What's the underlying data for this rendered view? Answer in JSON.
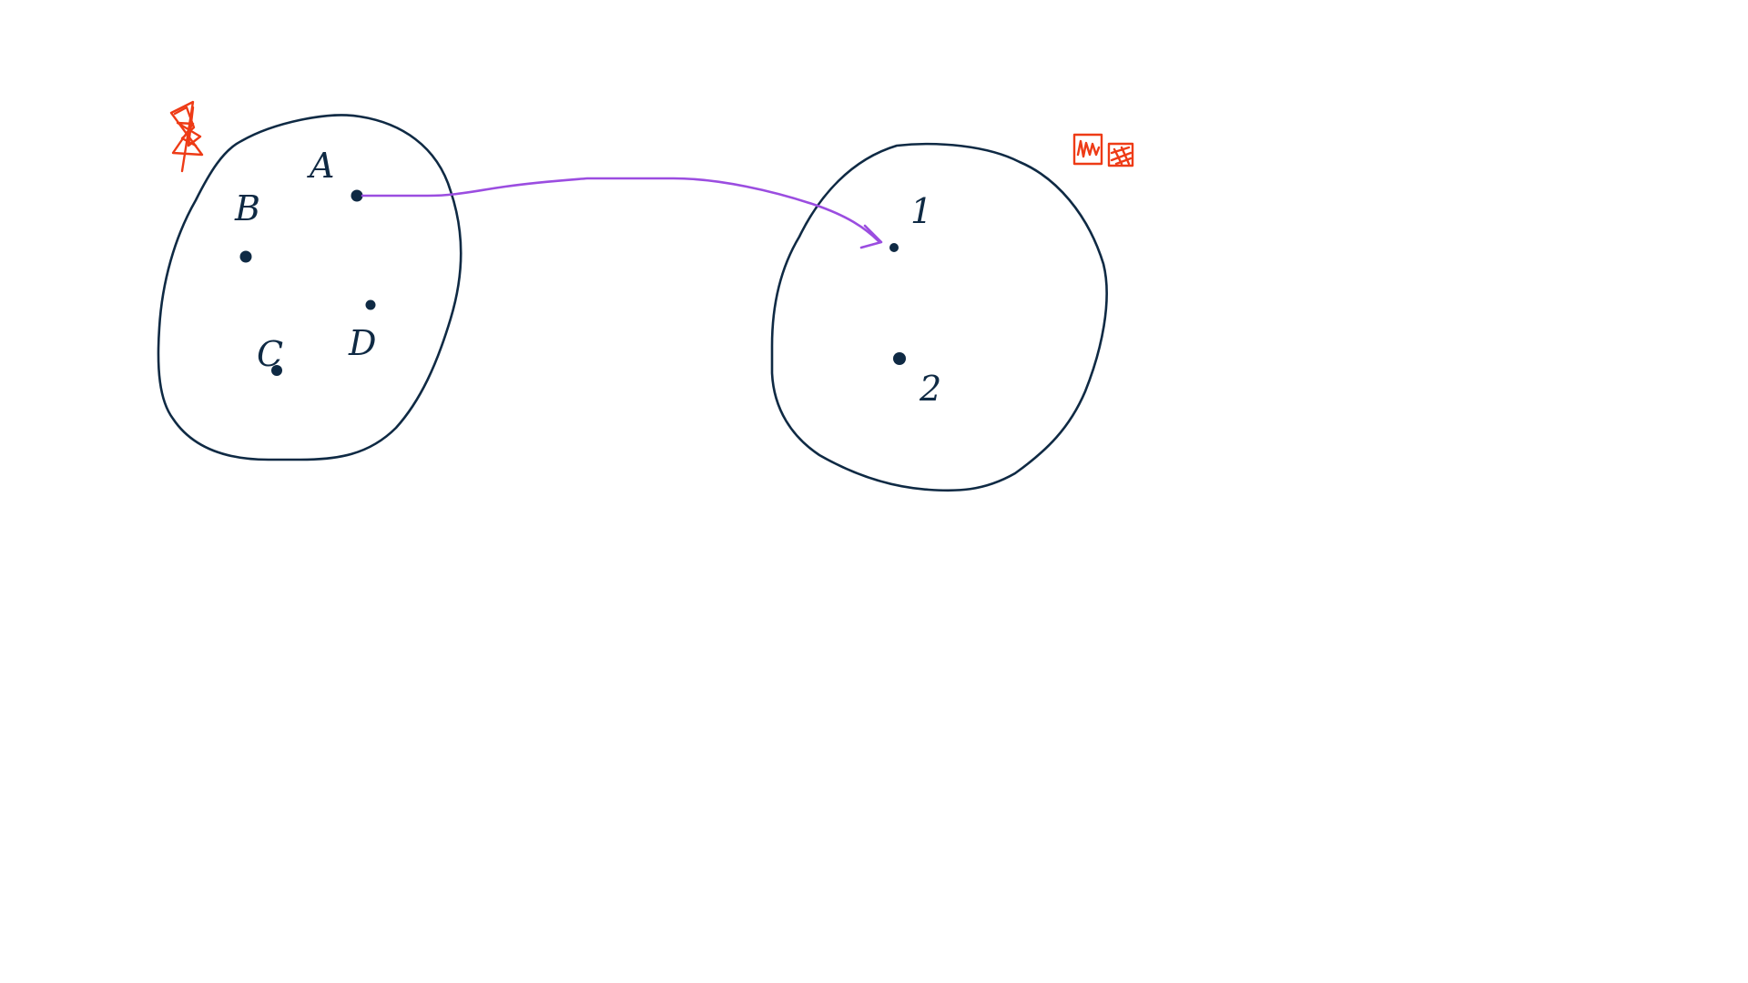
{
  "colors": {
    "ink": "#0f2a44",
    "arrow": "#9b4de0",
    "scribble": "#ee3b16"
  },
  "left_set": {
    "labels": {
      "a": "A",
      "b": "B",
      "c": "C",
      "d": "D"
    }
  },
  "right_set": {
    "labels": {
      "one": "1",
      "two": "2"
    }
  },
  "mapping": {
    "from": "A",
    "to": "1"
  },
  "icons": {
    "left_mark": "red-star-scribble-icon",
    "right_mark": "red-image-squares-icon"
  }
}
